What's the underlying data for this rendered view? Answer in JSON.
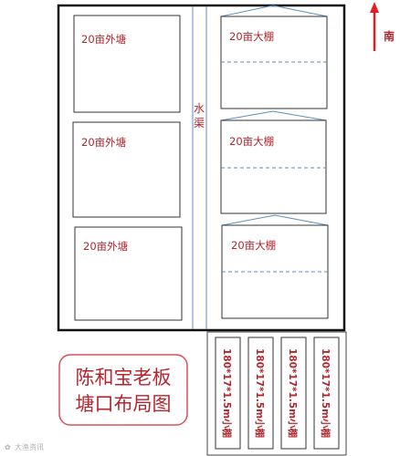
{
  "ponds": [
    {
      "label": "20亩外塘"
    },
    {
      "label": "20亩外塘"
    },
    {
      "label": "20亩外塘"
    }
  ],
  "greenhouses": [
    {
      "label": "20亩大棚"
    },
    {
      "label": "20亩大棚"
    },
    {
      "label": "20亩大棚"
    }
  ],
  "channel": {
    "label": "水渠"
  },
  "compass": {
    "label": "南"
  },
  "small_sheds": [
    {
      "label": "180*17*1.5m小棚"
    },
    {
      "label": "180*17*1.5m小棚"
    },
    {
      "label": "180*17*1.5m小棚"
    },
    {
      "label": "180*17*1.5m小棚"
    }
  ],
  "title": {
    "line1": "陈和宝老板",
    "line2": "塘口布局图"
  },
  "watermark": {
    "text": "大渔资讯"
  },
  "colors": {
    "label_red": "#b3262e",
    "channel_blue": "#5b8fc0",
    "arrow_red": "#e02020",
    "title_border": "#d9505a"
  }
}
